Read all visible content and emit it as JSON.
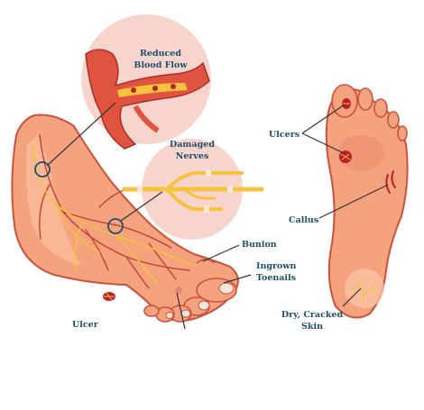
{
  "labels": {
    "reduced_blood_flow_line1": "Reduced",
    "reduced_blood_flow_line2": "Blood Flow",
    "damaged_nerves_line1": "Damaged",
    "damaged_nerves_line2": "Nerves",
    "bunion": "Bunion",
    "ingrown_line1": "Ingrown",
    "ingrown_line2": "Toenails",
    "ulcer": "Ulcer",
    "ulcers": "Ulcers",
    "callus": "Callus",
    "dry_line1": "Dry, Cracked",
    "dry_line2": "Skin"
  },
  "colors": {
    "skin_fill": "#f5a27f",
    "skin_light": "#fbc8a8",
    "skin_outline": "#c9533c",
    "vein": "#c44032",
    "nerve": "#f7c23d",
    "callout_bg": "#f7d5cd",
    "label_text": "#1f4e6e",
    "leader_line": "#333333",
    "wound": "#b8202c",
    "toenail": "#fbe6dc"
  }
}
